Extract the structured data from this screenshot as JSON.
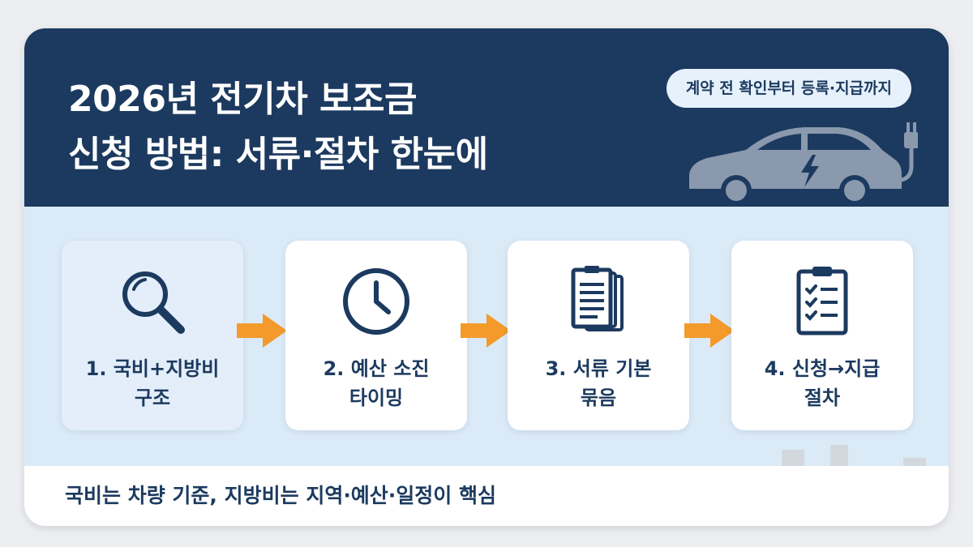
{
  "header": {
    "title_line1": "2026년 전기차 보조금",
    "title_line2": "신청 방법: 서류·절차 한눈에",
    "badge": "계약 전 확인부터 등록·지급까지"
  },
  "steps": [
    {
      "icon": "magnifier-icon",
      "line1": "1. 국비+지방비",
      "line2": "구조"
    },
    {
      "icon": "clock-icon",
      "line1": "2. 예산 소진",
      "line2": "타이밍"
    },
    {
      "icon": "documents-icon",
      "line1": "3. 서류 기본",
      "line2": "묶음"
    },
    {
      "icon": "checklist-clipboard-icon",
      "line1": "4. 신청→지급",
      "line2": "절차"
    }
  ],
  "footer": {
    "text": "국비는 차량 기준, 지방비는 지역·예산·일정이 핵심"
  },
  "colors": {
    "navy": "#1c3a5f",
    "light_blue": "#dbeaf7",
    "arrow_orange": "#f39a2b",
    "car_gray": "#8a99ad"
  }
}
